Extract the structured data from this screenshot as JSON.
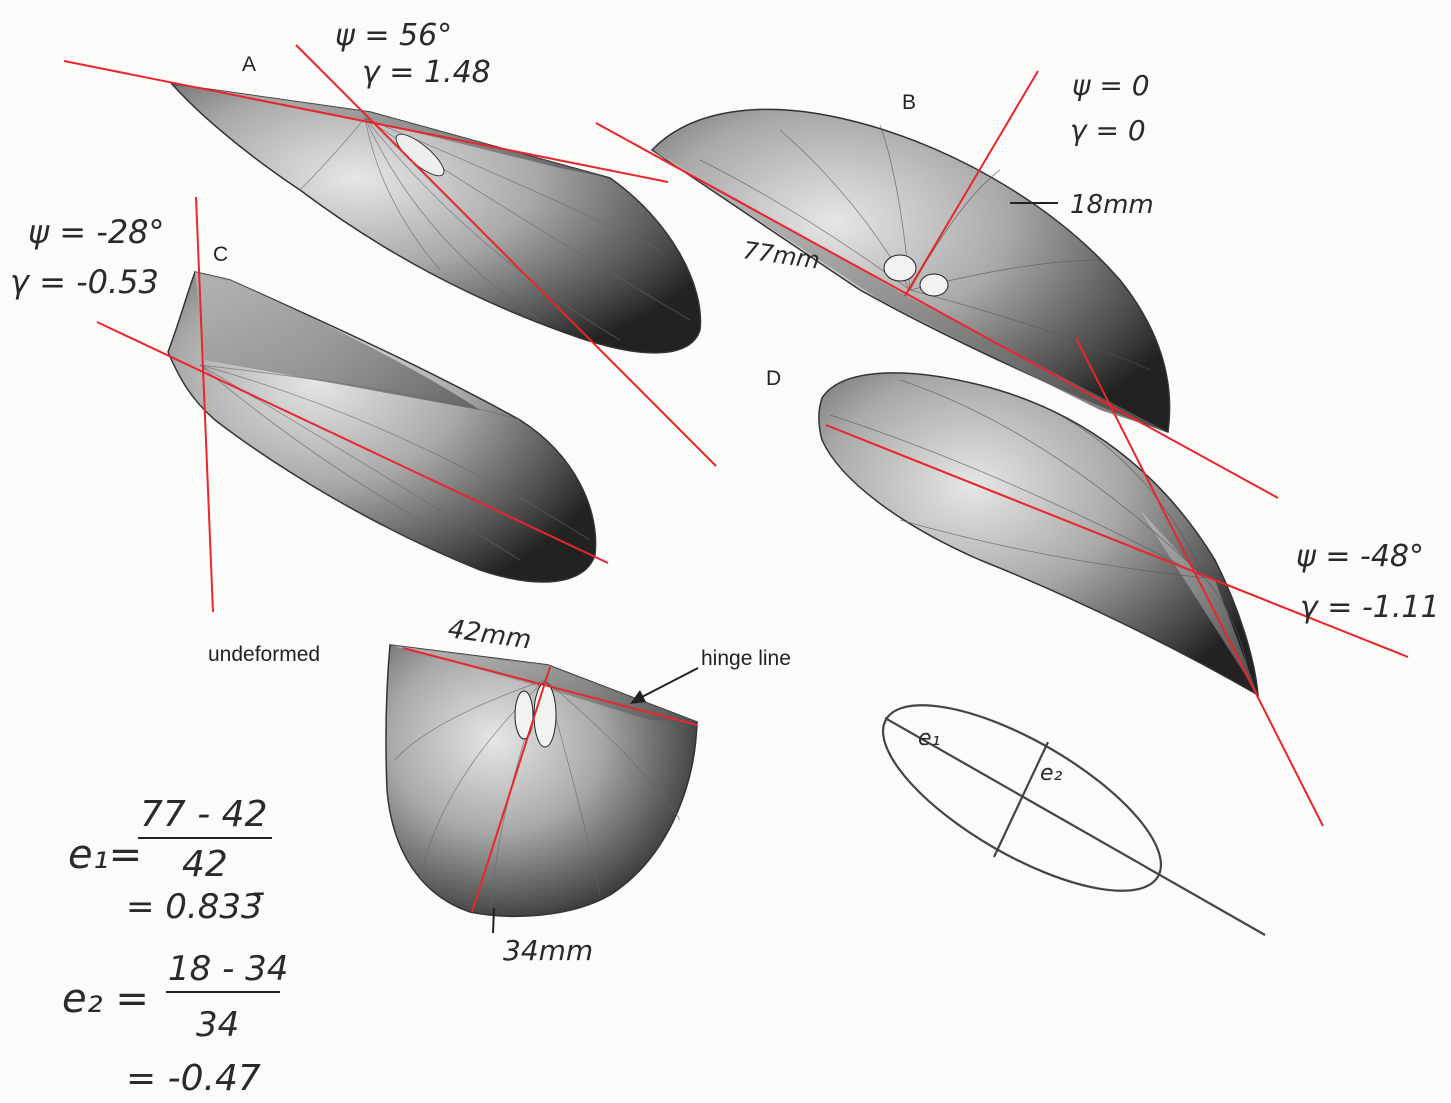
{
  "shells": {
    "A": {
      "label": "A",
      "psi": "ψ = 56°",
      "gamma": "γ = 1.48"
    },
    "B": {
      "label": "B",
      "psi": "ψ = 0",
      "gamma": "γ = 0",
      "width": "18mm",
      "length": "77mm"
    },
    "C": {
      "label": "C",
      "psi": "ψ = -28°",
      "gamma": "γ = -0.53"
    },
    "D": {
      "label": "D",
      "psi": "ψ = -48°",
      "gamma": "γ = -1.11"
    },
    "undeformed": {
      "label": "undeformed",
      "hinge": "hinge line",
      "length": "42mm",
      "width": "34mm"
    }
  },
  "equations": {
    "e1": {
      "lhs": "e₁=",
      "numerator": "77 - 42",
      "denominator": "42",
      "result": "= 0.833̄"
    },
    "e2": {
      "lhs": "e₂ =",
      "numerator": "18 - 34",
      "denominator": "34",
      "result": "= -0.47"
    }
  },
  "ellipse": {
    "e1": "e₁",
    "e2": "e₂"
  },
  "colors": {
    "strain_lines": "#e8262b",
    "pencil": "#444444",
    "shell_dark": "#2b2b2b"
  }
}
